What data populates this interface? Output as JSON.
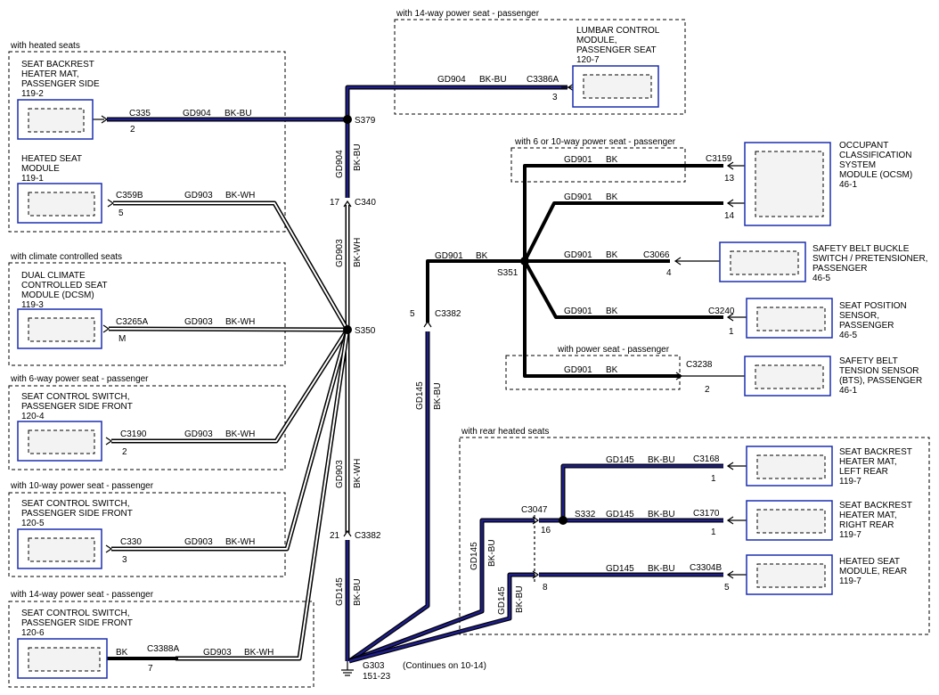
{
  "groups": {
    "heated_seats": "with heated seats",
    "climate_controlled": "with climate controlled seats",
    "six_way": "with 6-way power seat - passenger",
    "ten_way": "with 10-way power seat - passenger",
    "fourteen_way_left": "with 14-way power seat - passenger",
    "fourteen_way_top": "with 14-way power seat - passenger",
    "six_or_ten": "with 6 or 10-way power seat - passenger",
    "power_seat": "with power seat - passenger",
    "rear_heated": "with rear heated seats"
  },
  "components": {
    "backrest_mat_pass": [
      "SEAT BACKREST",
      "HEATER MAT,",
      "PASSENGER SIDE",
      "119-2"
    ],
    "heated_seat_module": [
      "HEATED SEAT",
      "MODULE",
      "119-1"
    ],
    "dcsm": [
      "DUAL CLIMATE",
      "CONTROLLED SEAT",
      "MODULE (DCSM)",
      "119-3"
    ],
    "switch_6way": [
      "SEAT CONTROL SWITCH,",
      "PASSENGER SIDE FRONT",
      "120-4"
    ],
    "switch_10way": [
      "SEAT CONTROL SWITCH,",
      "PASSENGER SIDE FRONT",
      "120-5"
    ],
    "switch_14way": [
      "SEAT CONTROL SWITCH,",
      "PASSENGER SIDE FRONT",
      "120-6"
    ],
    "lumbar": [
      "LUMBAR CONTROL",
      "MODULE,",
      "PASSENGER SEAT",
      "120-7"
    ],
    "ocsm": [
      "OCCUPANT",
      "CLASSIFICATION",
      "SYSTEM",
      "MODULE (OCSM)",
      "46-1"
    ],
    "buckle": [
      "SAFETY BELT BUCKLE",
      "SWITCH / PRETENSIONER,",
      "PASSENGER",
      "46-5"
    ],
    "seat_position": [
      "SEAT POSITION",
      "SENSOR,",
      "PASSENGER",
      "46-5"
    ],
    "bts": [
      "SAFETY BELT",
      "TENSION SENSOR",
      "(BTS), PASSENGER",
      "46-1"
    ],
    "backrest_left_rear": [
      "SEAT BACKREST",
      "HEATER MAT,",
      "LEFT REAR",
      "119-7"
    ],
    "backrest_right_rear": [
      "SEAT BACKREST",
      "HEATER MAT,",
      "RIGHT REAR",
      "119-7"
    ],
    "heated_module_rear": [
      "HEATED SEAT",
      "MODULE, REAR",
      "119-7"
    ]
  },
  "connectors": {
    "c335": "C335",
    "c335_pin": "2",
    "c359b": "C359B",
    "c359b_pin": "5",
    "c3265a": "C3265A",
    "c3265a_pin": "M",
    "c3190": "C3190",
    "c3190_pin": "2",
    "c330": "C330",
    "c330_pin": "3",
    "c3388a": "C3388A",
    "c3388a_pin": "7",
    "c3386a": "C3386A",
    "c3386a_pin": "3",
    "c340": "C340",
    "c340_pin": "17",
    "c3382_top": "C3382",
    "c3382_top_pin": "5",
    "c3382_bot": "C3382",
    "c3382_bot_pin": "21",
    "c3159": "C3159",
    "c3159_pin1": "13",
    "c3159_pin2": "14",
    "c3066": "C3066",
    "c3066_pin": "4",
    "c3240": "C3240",
    "c3240_pin": "1",
    "c3238": "C3238",
    "c3238_pin": "2",
    "c3168": "C3168",
    "c3168_pin": "1",
    "c3170": "C3170",
    "c3170_pin": "1",
    "c3304b": "C3304B",
    "c3304b_pin": "5",
    "c3047": "C3047",
    "c3047_pin16": "16",
    "c3047_pin8": "8"
  },
  "splices": {
    "s379": "S379",
    "s350": "S350",
    "s351": "S351",
    "s332": "S332"
  },
  "ground": {
    "name": "G303",
    "ref": "151-23",
    "note": "(Continues on 10-14)"
  },
  "wires": {
    "gd904": "GD904",
    "bkbu": "BK-BU",
    "gd903": "GD903",
    "bkwh": "BK-WH",
    "gd901": "GD901",
    "bk": "BK",
    "gd145": "GD145"
  }
}
